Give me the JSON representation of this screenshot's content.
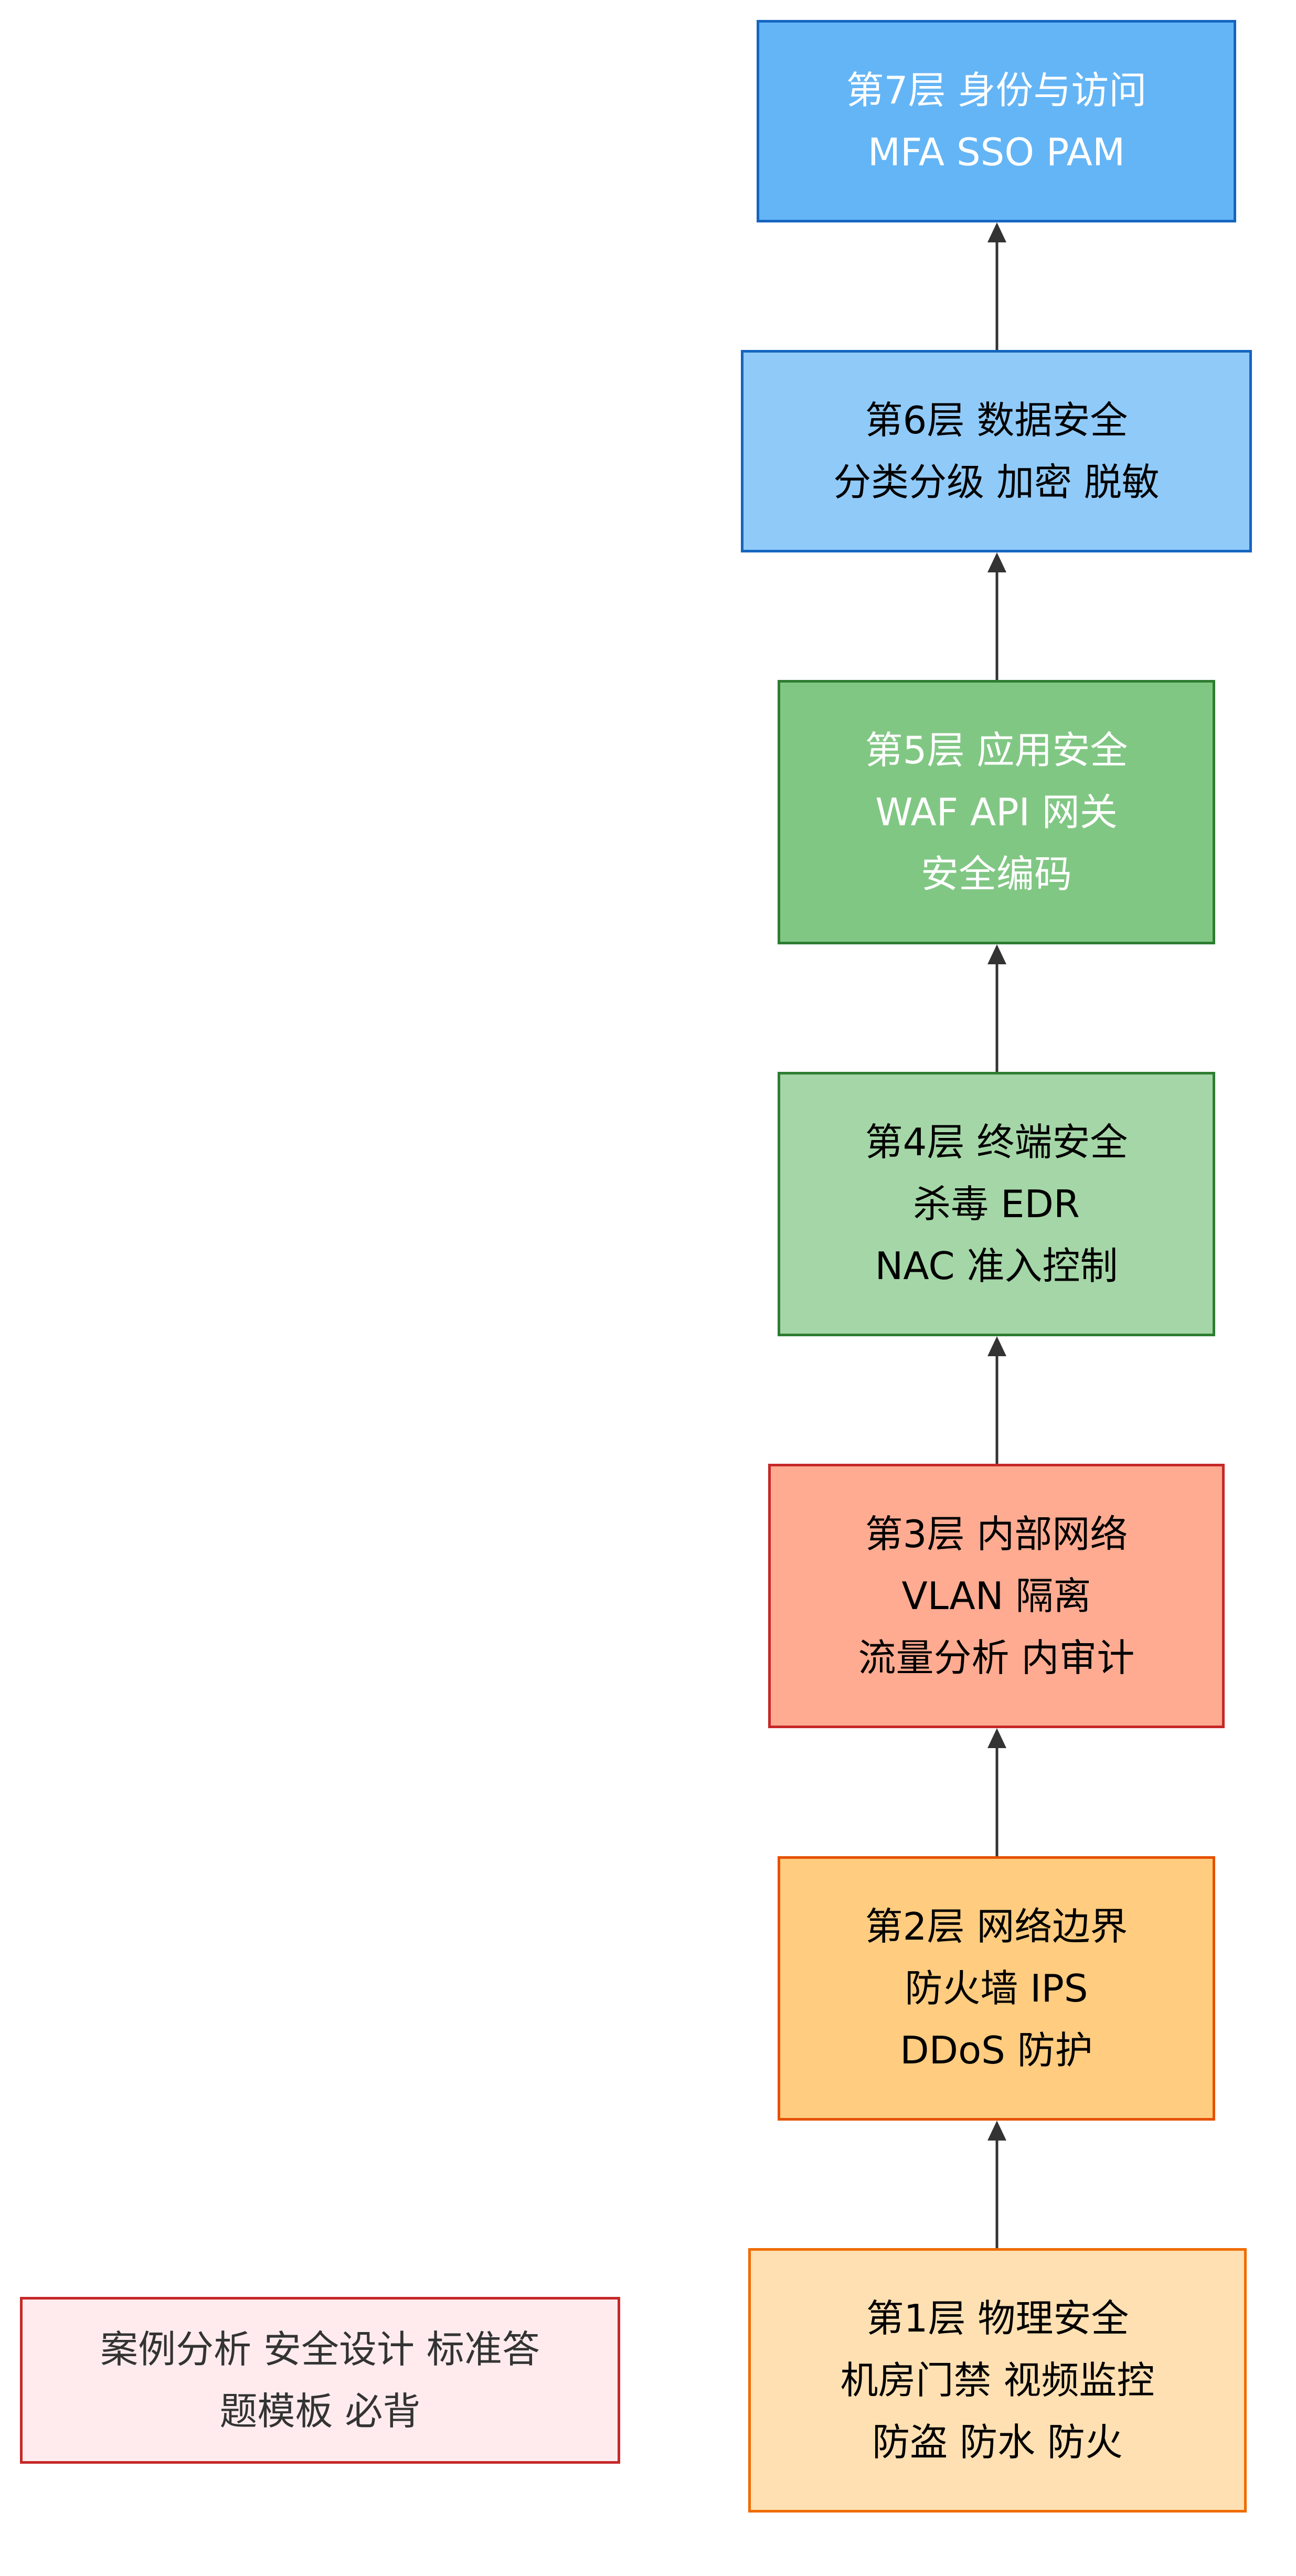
{
  "layers": [
    {
      "title": "第7层 身份与访问",
      "lines": [
        "MFA SSO PAM"
      ],
      "fill": "#64B5F6",
      "stroke": "#1565C0",
      "text_color": "#FFFFFF"
    },
    {
      "title": "第6层 数据安全",
      "lines": [
        "分类分级 加密 脱敏"
      ],
      "fill": "#90CAF9",
      "stroke": "#1565C0",
      "text_color": "#000000"
    },
    {
      "title": "第5层 应用安全",
      "lines": [
        "WAF API 网关",
        "安全编码"
      ],
      "fill": "#81C784",
      "stroke": "#2E7D32",
      "text_color": "#FFFFFF"
    },
    {
      "title": "第4层 终端安全",
      "lines": [
        "杀毒 EDR",
        "NAC 准入控制"
      ],
      "fill": "#A5D6A7",
      "stroke": "#2E7D32",
      "text_color": "#000000"
    },
    {
      "title": "第3层 内部网络",
      "lines": [
        "VLAN 隔离",
        "流量分析 内审计"
      ],
      "fill": "#FFAB91",
      "stroke": "#C62828",
      "text_color": "#000000"
    },
    {
      "title": "第2层 网络边界",
      "lines": [
        "防火墙 IPS",
        "DDoS 防护"
      ],
      "fill": "#FFCC80",
      "stroke": "#E65100",
      "text_color": "#000000"
    },
    {
      "title": "第1层 物理安全",
      "lines": [
        "机房门禁 视频监控",
        "防盗 防水 防火"
      ],
      "fill": "#FFE0B2",
      "stroke": "#EF6C00",
      "text_color": "#000000"
    }
  ],
  "note": {
    "lines": [
      "案例分析 安全设计 标准答",
      "题模板 必背"
    ],
    "fill": "#FFEBEE",
    "stroke": "#C62828",
    "text_color": "#333333"
  },
  "edges": [
    {
      "from": "第1层 物理安全",
      "to": "第2层 网络边界"
    },
    {
      "from": "第2层 网络边界",
      "to": "第3层 内部网络"
    },
    {
      "from": "第3层 内部网络",
      "to": "第4层 终端安全"
    },
    {
      "from": "第4层 终端安全",
      "to": "第5层 应用安全"
    },
    {
      "from": "第5层 应用安全",
      "to": "第6层 数据安全"
    },
    {
      "from": "第6层 数据安全",
      "to": "第7层 身份与访问"
    }
  ],
  "edge_color": "#333333"
}
